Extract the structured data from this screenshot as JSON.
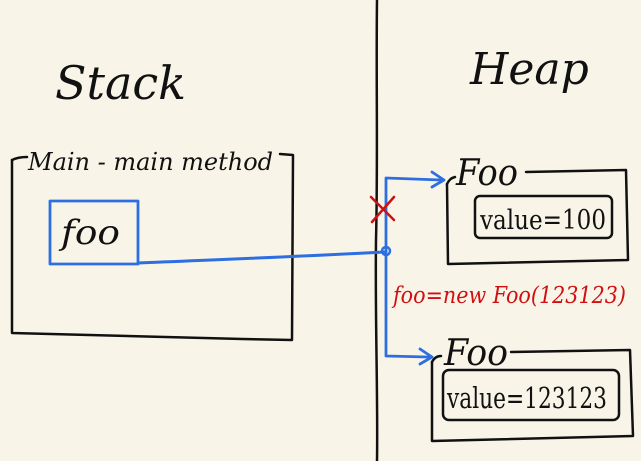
{
  "labels": {
    "stack": "Stack",
    "heap": "Heap",
    "frame": "Main - main method",
    "variable": "foo",
    "object_class": "Foo",
    "old_value": "value=100",
    "new_value": "value=123123",
    "assignment": "foo=new Foo(123123)"
  },
  "colors": {
    "background": "#f8f5e8",
    "ink": "#111111",
    "reference": "#2d6fe1",
    "annotation": "#d10f12"
  }
}
